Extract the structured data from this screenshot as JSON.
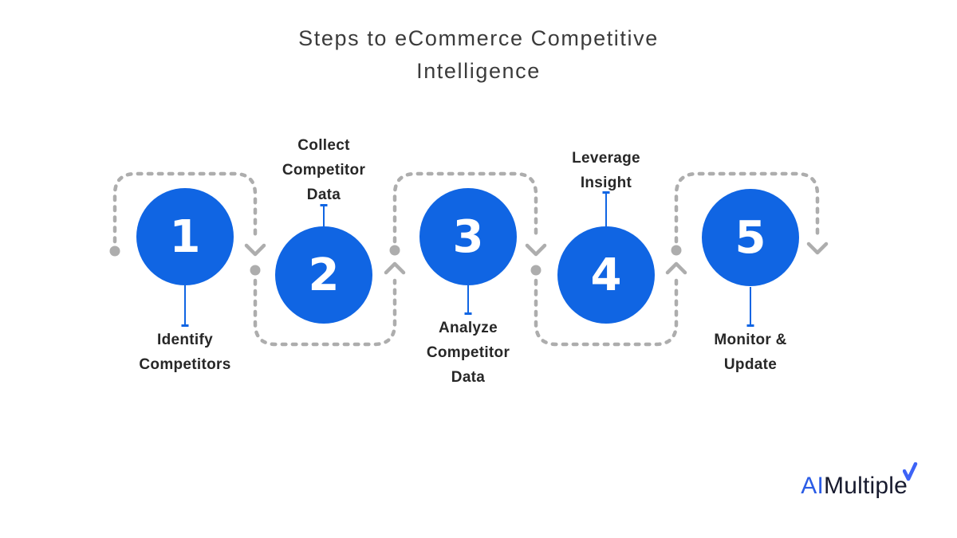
{
  "header": {
    "title_line1": "Steps to eCommerce Competitive",
    "title_line2": "Intelligence"
  },
  "steps": [
    {
      "number": "1",
      "label": "Identify\nCompetitors",
      "label_position": "below"
    },
    {
      "number": "2",
      "label": "Collect\nCompetitor\nData",
      "label_position": "above"
    },
    {
      "number": "3",
      "label": "Analyze\nCompetitor\nData",
      "label_position": "below"
    },
    {
      "number": "4",
      "label": "Leverage\nInsight",
      "label_position": "above"
    },
    {
      "number": "5",
      "label": "Monitor &\nUpdate",
      "label_position": "below"
    }
  ],
  "logo": {
    "prefix": "AI",
    "suffix": "Multiple"
  },
  "colors": {
    "step_circle_blue": "#1065e3",
    "connector_blue": "#1065e3",
    "path_gray": "#adadad",
    "title_text": "#3b3b3b",
    "label_text": "#272727",
    "logo_prefix_blue": "#2b5ce6",
    "logo_suffix_dark": "#171a2e",
    "background": "#ffffff"
  }
}
